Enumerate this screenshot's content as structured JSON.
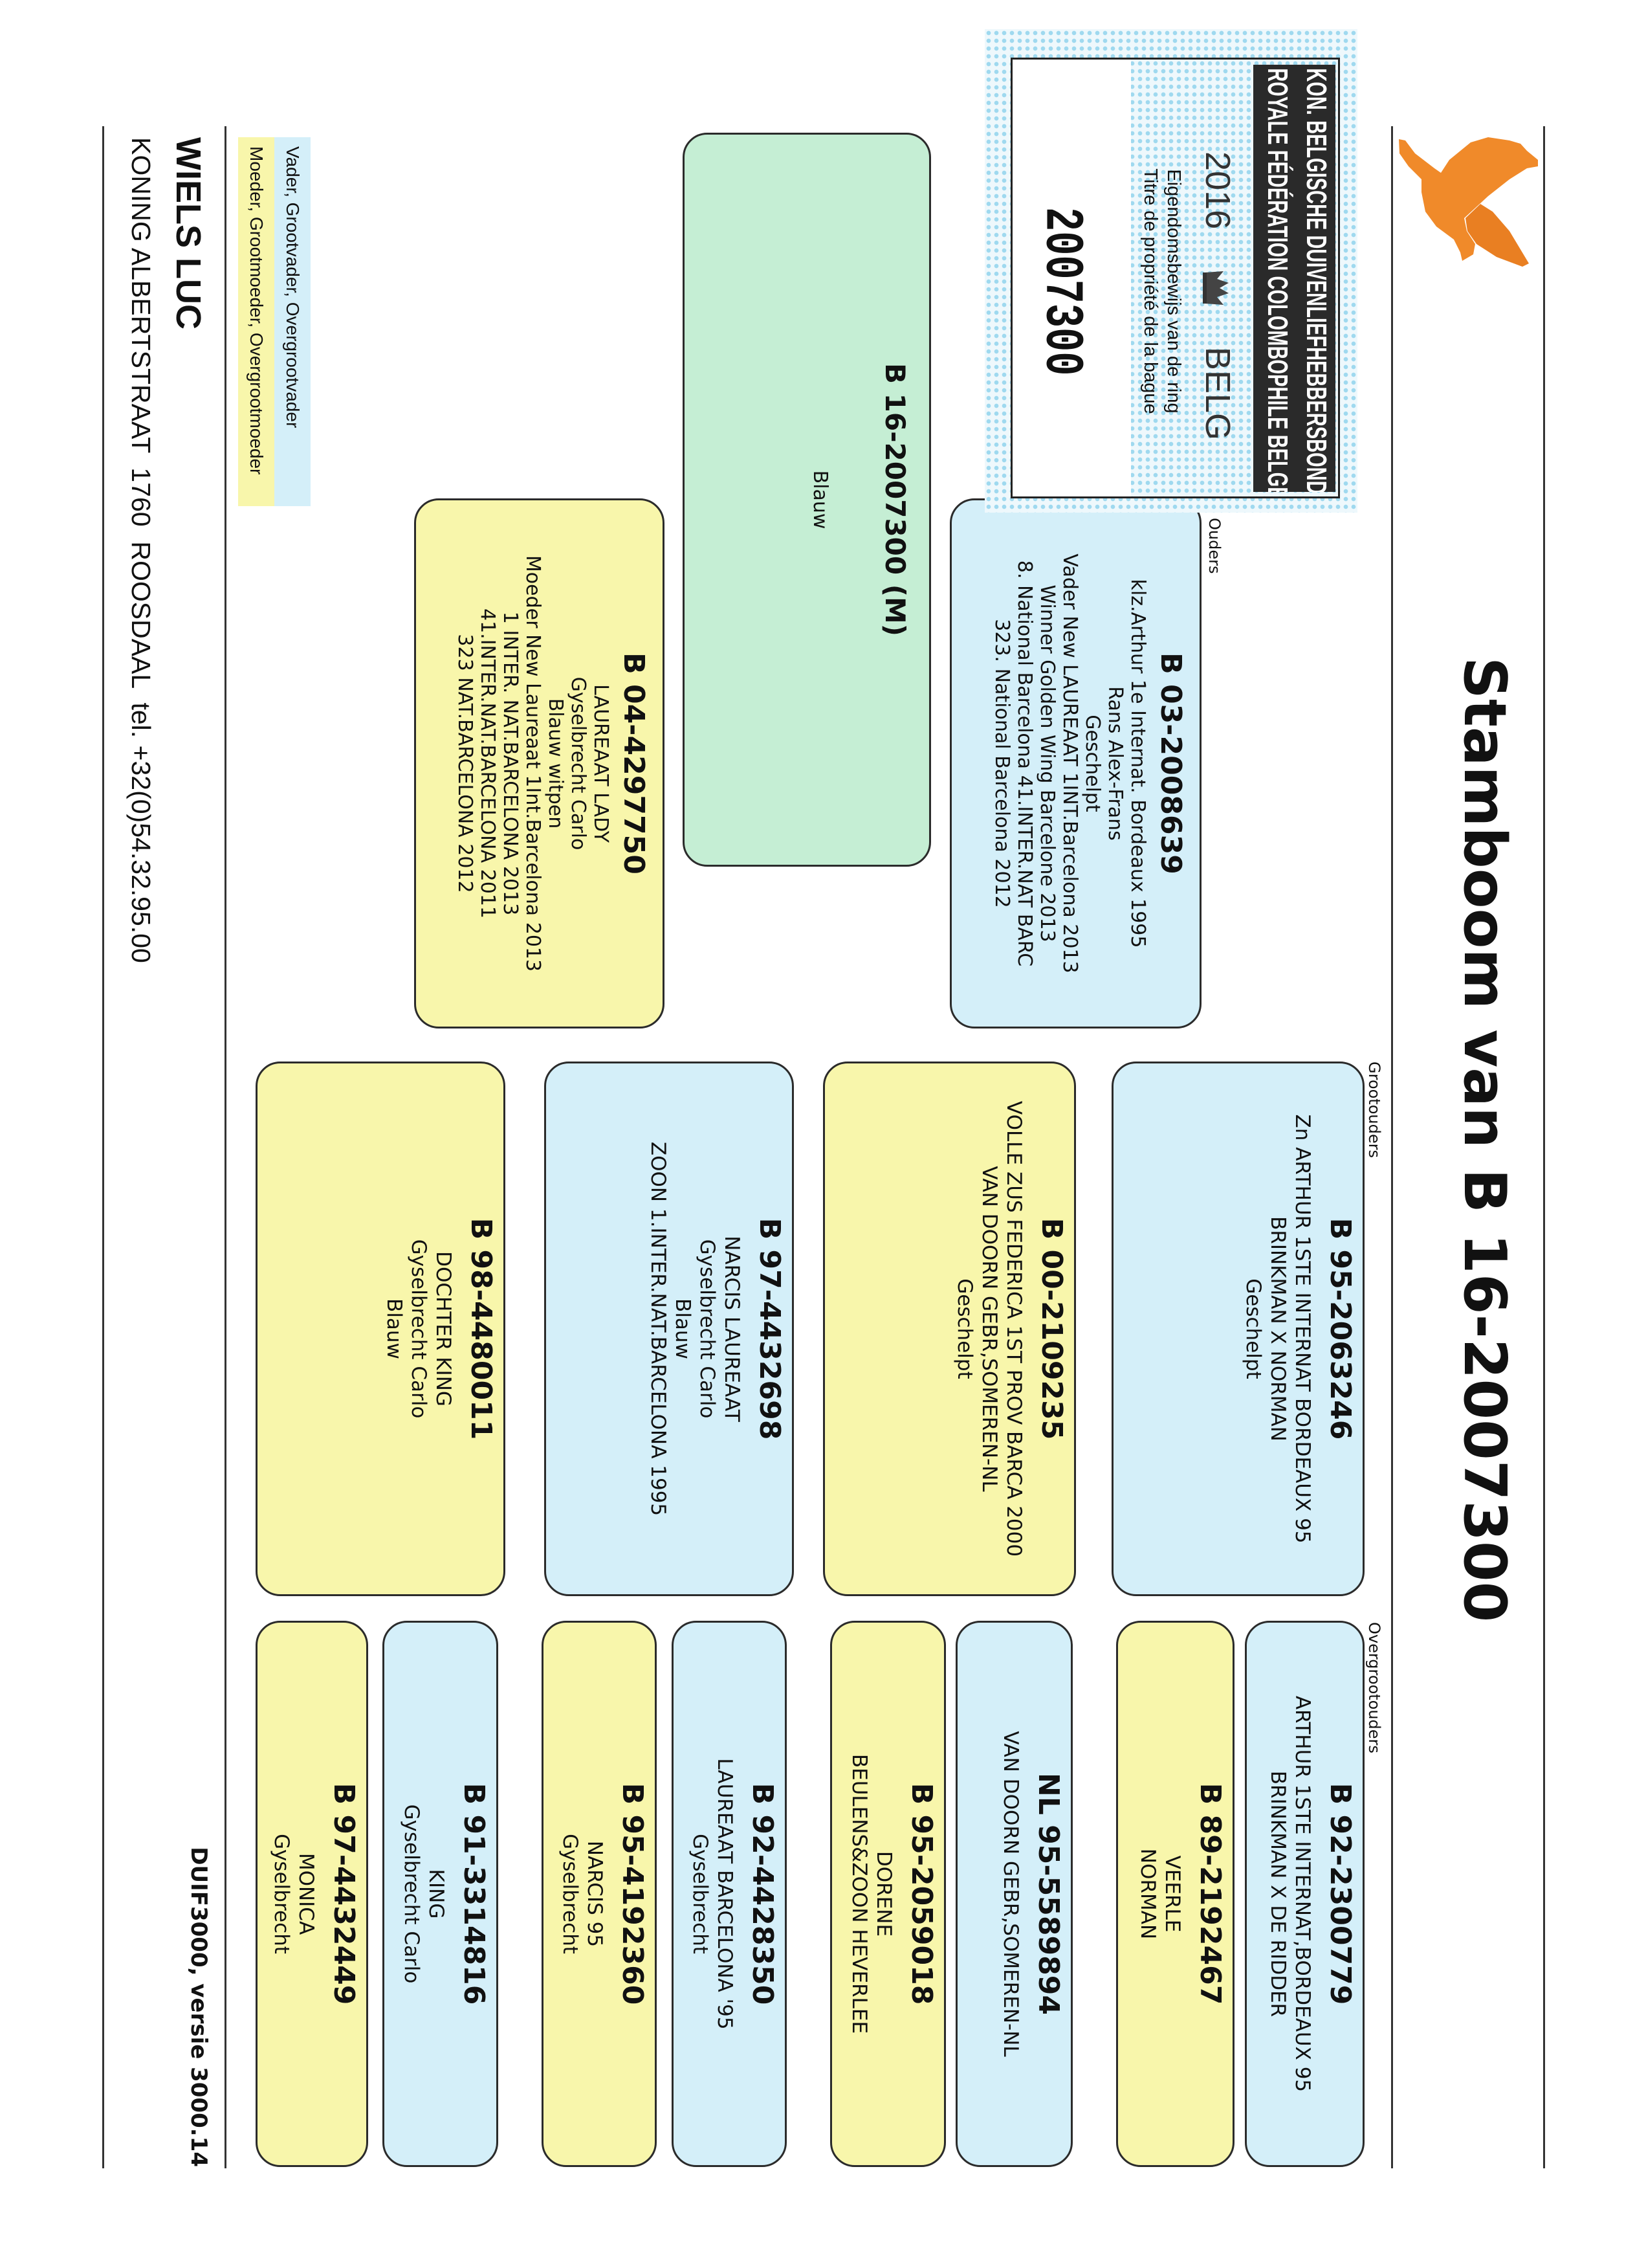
{
  "title": "Stamboom van B 16-2007300",
  "labels": {
    "ouders": "Ouders",
    "grootouders": "Grootouders",
    "overgrootouders": "Overgrootouders"
  },
  "colors": {
    "blue": "#d4eff9",
    "yellow": "#f8f6ab",
    "green": "#c5eed4",
    "logo": "#f08a2a"
  },
  "subject": {
    "ring": "B 16-2007300 (M)",
    "lines": [
      "Blauw"
    ]
  },
  "parents": {
    "father": {
      "ring": "B 03-2008639",
      "lines": [
        "klz.Arthur 1e Internat. Bordeaux 1995",
        "Rans Alex-Frans",
        "Geschelpt",
        "Vader New LAUREAAT 1INT.Barcelona 2013",
        "Winner Golden Wing Barcelone 2013",
        "8. National Barcelona 41.INTER.NAT BARC",
        "323. National Barcelona 2012"
      ]
    },
    "mother": {
      "ring": "B 04-4297750",
      "lines": [
        "LAUREAAT LADY",
        "Gyselbrecht Carlo",
        "Blauw witpen",
        "Moeder New Laureaat 1Int.Barcelona 2013",
        "1 INTER. NAT.BARCELONA 2013",
        "41.INTER.NAT.BARCELONA 2011",
        "323 NAT.BARCELONA 2012"
      ]
    }
  },
  "grandparents": [
    {
      "ring": "B 95-2063246",
      "lines": [
        "Zn ARTHUR 1STE INTERNAT BORDEAUX 95",
        "BRINKMAN X NORMAN",
        "Geschelpt"
      ]
    },
    {
      "ring": "B 00-2109235",
      "lines": [
        "VOLLE ZUS FEDERICA 1ST PROV BARCA 2000",
        "VAN DOORN GEBR,SOMEREN-NL",
        "Geschelpt"
      ]
    },
    {
      "ring": "B 97-4432698",
      "lines": [
        "NARCIS LAUREAAT",
        "Gyselbrecht Carlo",
        "Blauw",
        "ZOON 1.INTER.NAT.BARCELONA 1995"
      ]
    },
    {
      "ring": "B 98-4480011",
      "lines": [
        "DOCHTER KING",
        "Gyselbrecht Carlo",
        "Blauw"
      ]
    }
  ],
  "great_grandparents": [
    {
      "ring": "B 92-2300779",
      "lines": [
        "ARTHUR 1STE INTERNAT,BORDEAUX 95",
        "BRINKMAN X DE RIDDER"
      ]
    },
    {
      "ring": "B 89-2192467",
      "lines": [
        "VEERLE",
        "NORMAN"
      ]
    },
    {
      "ring": "NL 95-5589894",
      "lines": [
        "VAN DOORN GEBR,SOMEREN-NL"
      ]
    },
    {
      "ring": "B 95-2059018",
      "lines": [
        "DORENE",
        "BEULENS&ZOON HEVERLEE"
      ]
    },
    {
      "ring": "B 92-4428350",
      "lines": [
        "LAUREAAT BARCELONA '95",
        "Gyselbrecht"
      ]
    },
    {
      "ring": "B 95-4192360",
      "lines": [
        "NARCIS 95",
        "Gyselbrecht"
      ]
    },
    {
      "ring": "B 91-3314816",
      "lines": [
        "KING",
        "Gyselbrecht Carlo"
      ]
    },
    {
      "ring": "B 97-4432449",
      "lines": [
        "MONICA",
        "Gyselbrecht"
      ]
    }
  ],
  "ring_card": {
    "org_nl": "KON. BELGISCHE DUIVENLIEFHEBBERSBOND",
    "org_fr": "ROYALE FÉDÉRATION COLOMBOPHILE BELGE",
    "year": "2016",
    "country": "BELG",
    "caption_nl": "Eigendomsbewijs van de ring",
    "caption_fr": "Titre de propriété de la bague",
    "number": "2007300"
  },
  "legend": {
    "male": "Vader, Grootvader, Overgrootvader",
    "female": "Moeder, Grootmoeder, Overgrootmoeder"
  },
  "footer": {
    "name": "WIELS LUC",
    "address": "KONING ALBERTSTRAAT  1760  ROOSDAAL  tel. +32(0)54.32.95.00",
    "software": "DUIF3000, versie 3000.14"
  }
}
